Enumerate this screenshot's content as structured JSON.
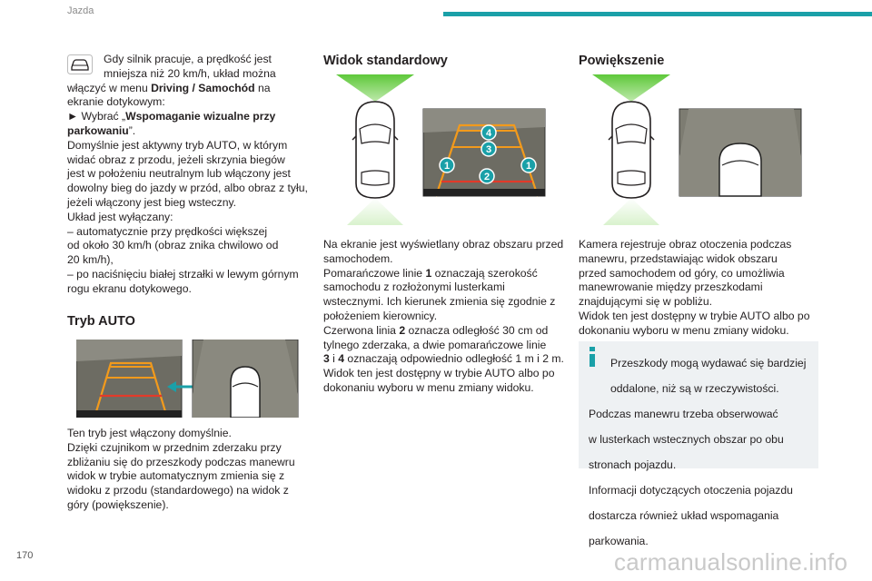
{
  "header": {
    "section": "Jazda",
    "page_number": "170"
  },
  "watermark": "carmanualsonline.info",
  "col1": {
    "intro_1": "Gdy silnik pracuje, a prędkość jest",
    "intro_2": "mniejsza niż 20 km/h, układ można",
    "intro_3_pre": "włączyć w menu ",
    "intro_3_bold": "Driving / Samochód",
    "intro_3_post": " na",
    "intro_4": "ekranie dotykowym:",
    "step_pre": "► Wybrać „",
    "step_bold_1": "Wspomaganie wizualne przy",
    "step_bold_2": "parkowaniu",
    "step_post": "”.",
    "default_1": "Domyślnie jest aktywny tryb AUTO, w którym",
    "default_2": "widać obraz z przodu, jeżeli skrzynia biegów",
    "default_3": "jest w położeniu neutralnym lub włączony jest",
    "default_4": "dowolny bieg do jazdy w przód, albo obraz z tyłu,",
    "default_5": "jeżeli włączony jest bieg wsteczny.",
    "off_title": "Układ jest wyłączany:",
    "off_1a": "– automatycznie przy prędkości większej",
    "off_1b": "od około 30 km/h (obraz znika chwilowo od",
    "off_1c": "20 km/h),",
    "off_2a": "– po naciśnięciu białej strzałki w lewym górnym",
    "off_2b": "rogu ekranu dotykowego.",
    "auto_heading": "Tryb AUTO",
    "auto_1": "Ten tryb jest włączony domyślnie.",
    "auto_2": "Dzięki czujnikom w przednim zderzaku przy",
    "auto_3": "zbliżaniu się do przeszkody podczas manewru",
    "auto_4": "widok w trybie automatycznym zmienia się z",
    "auto_5": "widoku z przodu (standardowego) na widok z",
    "auto_6": "góry (powiększenie)."
  },
  "col2": {
    "heading": "Widok standardowy",
    "markers": [
      "4",
      "3",
      "1",
      "2",
      "1"
    ],
    "p1_1": "Na ekranie jest wyświetlany obraz obszaru przed",
    "p1_2": "samochodem.",
    "p2_1_pre": "Pomarańczowe linie ",
    "p2_1_bold": "1",
    "p2_1_post": " oznaczają szerokość",
    "p2_2": "samochodu z rozłożonymi lusterkami",
    "p2_3": "wstecznymi. Ich kierunek zmienia się zgodnie z",
    "p2_4": "położeniem kierownicy.",
    "p3_1_pre": "Czerwona linia ",
    "p3_1_bold": "2",
    "p3_1_post": " oznacza odległość 30 cm od",
    "p3_2": "tylnego zderzaka, a dwie pomarańczowe linie",
    "p3_3_b1": "3",
    "p3_3_mid": " i ",
    "p3_3_b2": "4",
    "p3_3_post": " oznaczają odpowiednio odległość 1 m i 2 m.",
    "p4_1": "Widok ten jest dostępny w trybie AUTO albo po",
    "p4_2": "dokonaniu wyboru w menu zmiany widoku."
  },
  "col3": {
    "heading": "Powiększenie",
    "p1_1": "Kamera rejestruje obraz otoczenia podczas",
    "p1_2": "manewru, przedstawiając widok obszaru",
    "p1_3": "przed samochodem od góry, co umożliwia",
    "p1_4": "manewrowanie między przeszkodami",
    "p1_5": "znajdującymi się w pobliżu.",
    "p2_1": "Widok ten jest dostępny w trybie AUTO albo po",
    "p2_2": "dokonaniu wyboru w menu zmiany widoku.",
    "info_1": "Przeszkody mogą wydawać się bardziej",
    "info_2": "oddalone, niż są w rzeczywistości.",
    "info_3": "Podczas manewru trzeba obserwować",
    "info_4": "w lusterkach wstecznych obszar po obu",
    "info_5": "stronach pojazdu.",
    "info_6": "Informacji dotyczących otoczenia pojazdu",
    "info_7": "dostarcza również układ wspomagania",
    "info_8": "parkowania."
  },
  "colors": {
    "teal": "#1aa0a8",
    "green": "#5ec83a",
    "orange": "#f29a1c",
    "red": "#e23a2a",
    "screen": "#6d6c63"
  }
}
